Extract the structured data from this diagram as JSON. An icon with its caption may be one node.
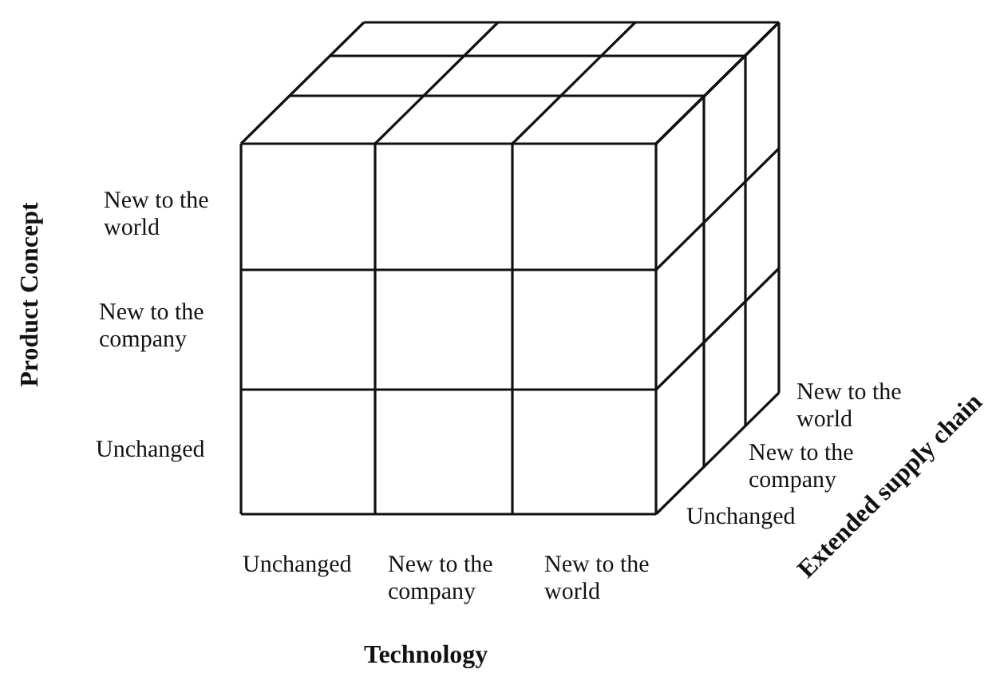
{
  "diagram": {
    "labels": [
      "Product Concept",
      "New to the world",
      "New to the company",
      "Unchanged",
      "New to the world",
      "New to the company",
      "Unchanged",
      "Unchanged",
      "New to the company",
      "New to the world",
      "Technology",
      "Extended supply chain"
    ]
  }
}
